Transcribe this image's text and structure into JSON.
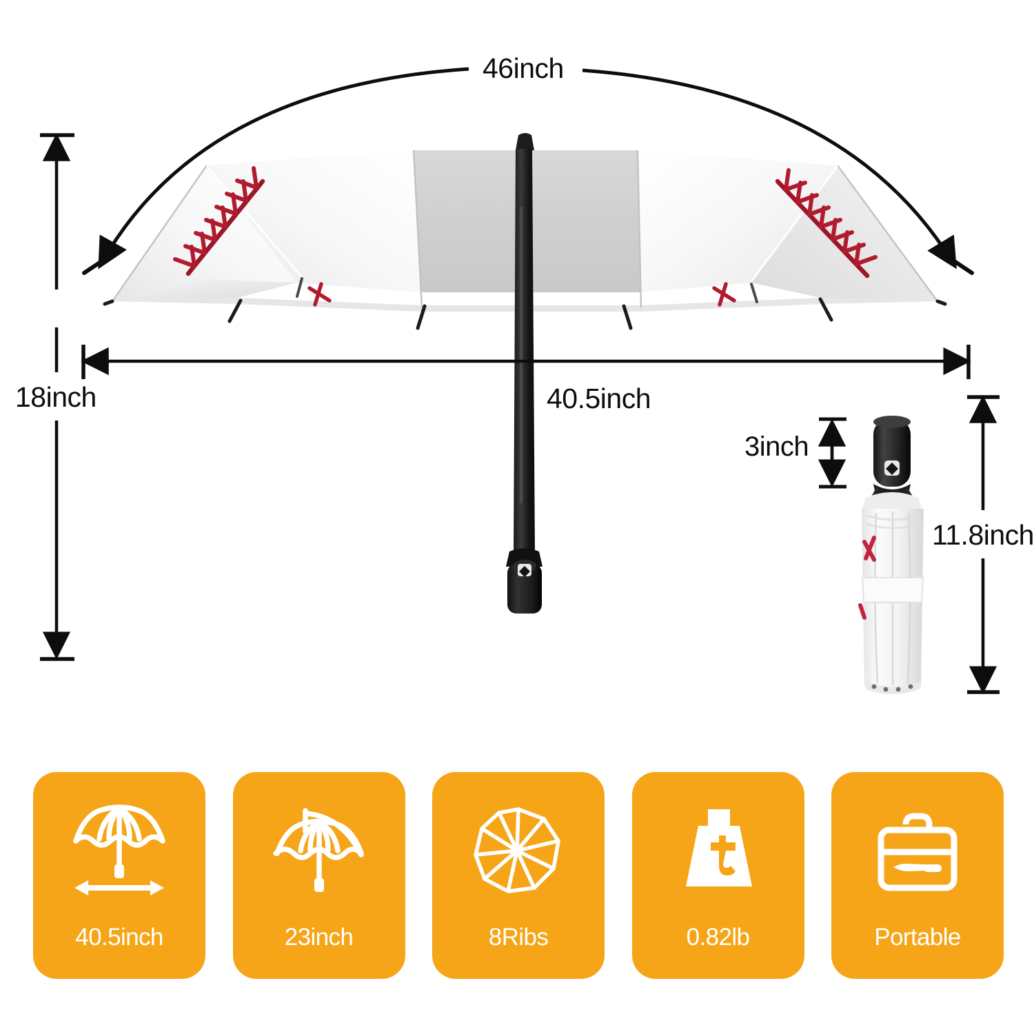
{
  "product": {
    "type": "baseball-print-folding-umbrella",
    "canopy_color": "#f2f2f2",
    "stitch_color": "#b01c2e",
    "handle_color": "#1c1c1c"
  },
  "dimensions": {
    "arc_span": {
      "label": "46inch",
      "name": "canopy-arc-span"
    },
    "canopy_height": {
      "label": "18inch",
      "name": "open-umbrella-height"
    },
    "canopy_width": {
      "label": "40.5inch",
      "name": "canopy-diameter"
    },
    "handle_length": {
      "label": "3inch",
      "name": "folded-handle-length"
    },
    "folded_length": {
      "label": "11.8inch",
      "name": "folded-total-length"
    }
  },
  "features": {
    "accent_color": "#f5a517",
    "label_color": "#ffffff",
    "cards": [
      {
        "icon": "umbrella-width-icon",
        "label": "40.5inch"
      },
      {
        "icon": "umbrella-height-icon",
        "label": "23inch"
      },
      {
        "icon": "umbrella-ribs-icon",
        "label": "8Ribs"
      },
      {
        "icon": "weight-icon",
        "label": "0.82lb"
      },
      {
        "icon": "briefcase-icon",
        "label": "Portable"
      }
    ]
  }
}
